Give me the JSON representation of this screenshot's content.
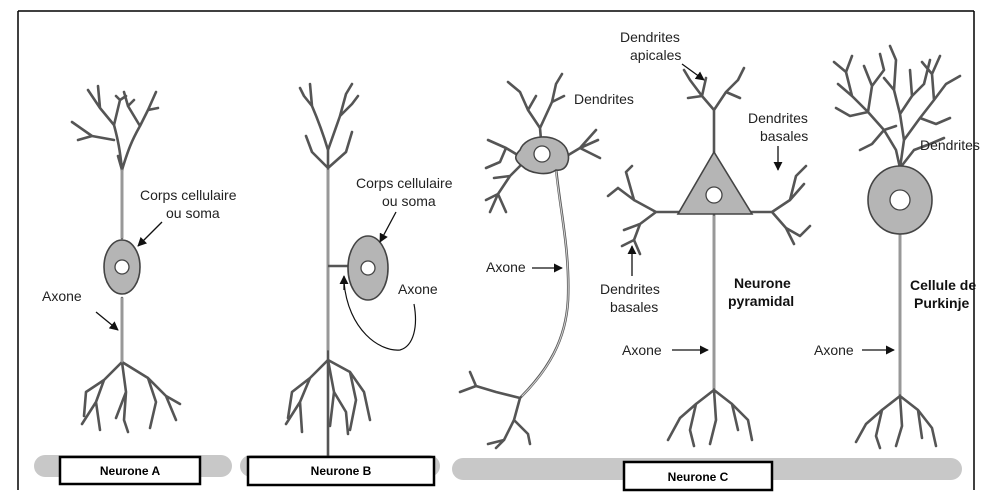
{
  "panels": {
    "a": {
      "caption": "Neurone A",
      "soma_label": [
        "Corps cellulaire",
        "ou soma"
      ],
      "axon_label": "Axone"
    },
    "b": {
      "caption": "Neurone B",
      "soma_label": [
        "Corps cellulaire",
        "ou soma"
      ],
      "axon_label": "Axone"
    },
    "c": {
      "caption": "Neurone C",
      "multipolar": {
        "dendrites_label": "Dendrites",
        "axon_label": "Axone"
      },
      "pyramidal": {
        "apical_label": [
          "Dendrites",
          "apicales"
        ],
        "basal_right_label": [
          "Dendrites",
          "basales"
        ],
        "basal_left_label": [
          "Dendrites",
          "basales"
        ],
        "name": [
          "Neurone",
          "pyramidal"
        ],
        "axon_label": "Axone"
      },
      "purkinje": {
        "dendrites_label": "Dendrites",
        "name": [
          "Cellule de",
          "Purkinje"
        ],
        "axon_label": "Axone"
      }
    }
  },
  "colors": {
    "soma_fill": "#b5b5b5",
    "nerve": "#555555",
    "ground": "#c8c8c8"
  }
}
